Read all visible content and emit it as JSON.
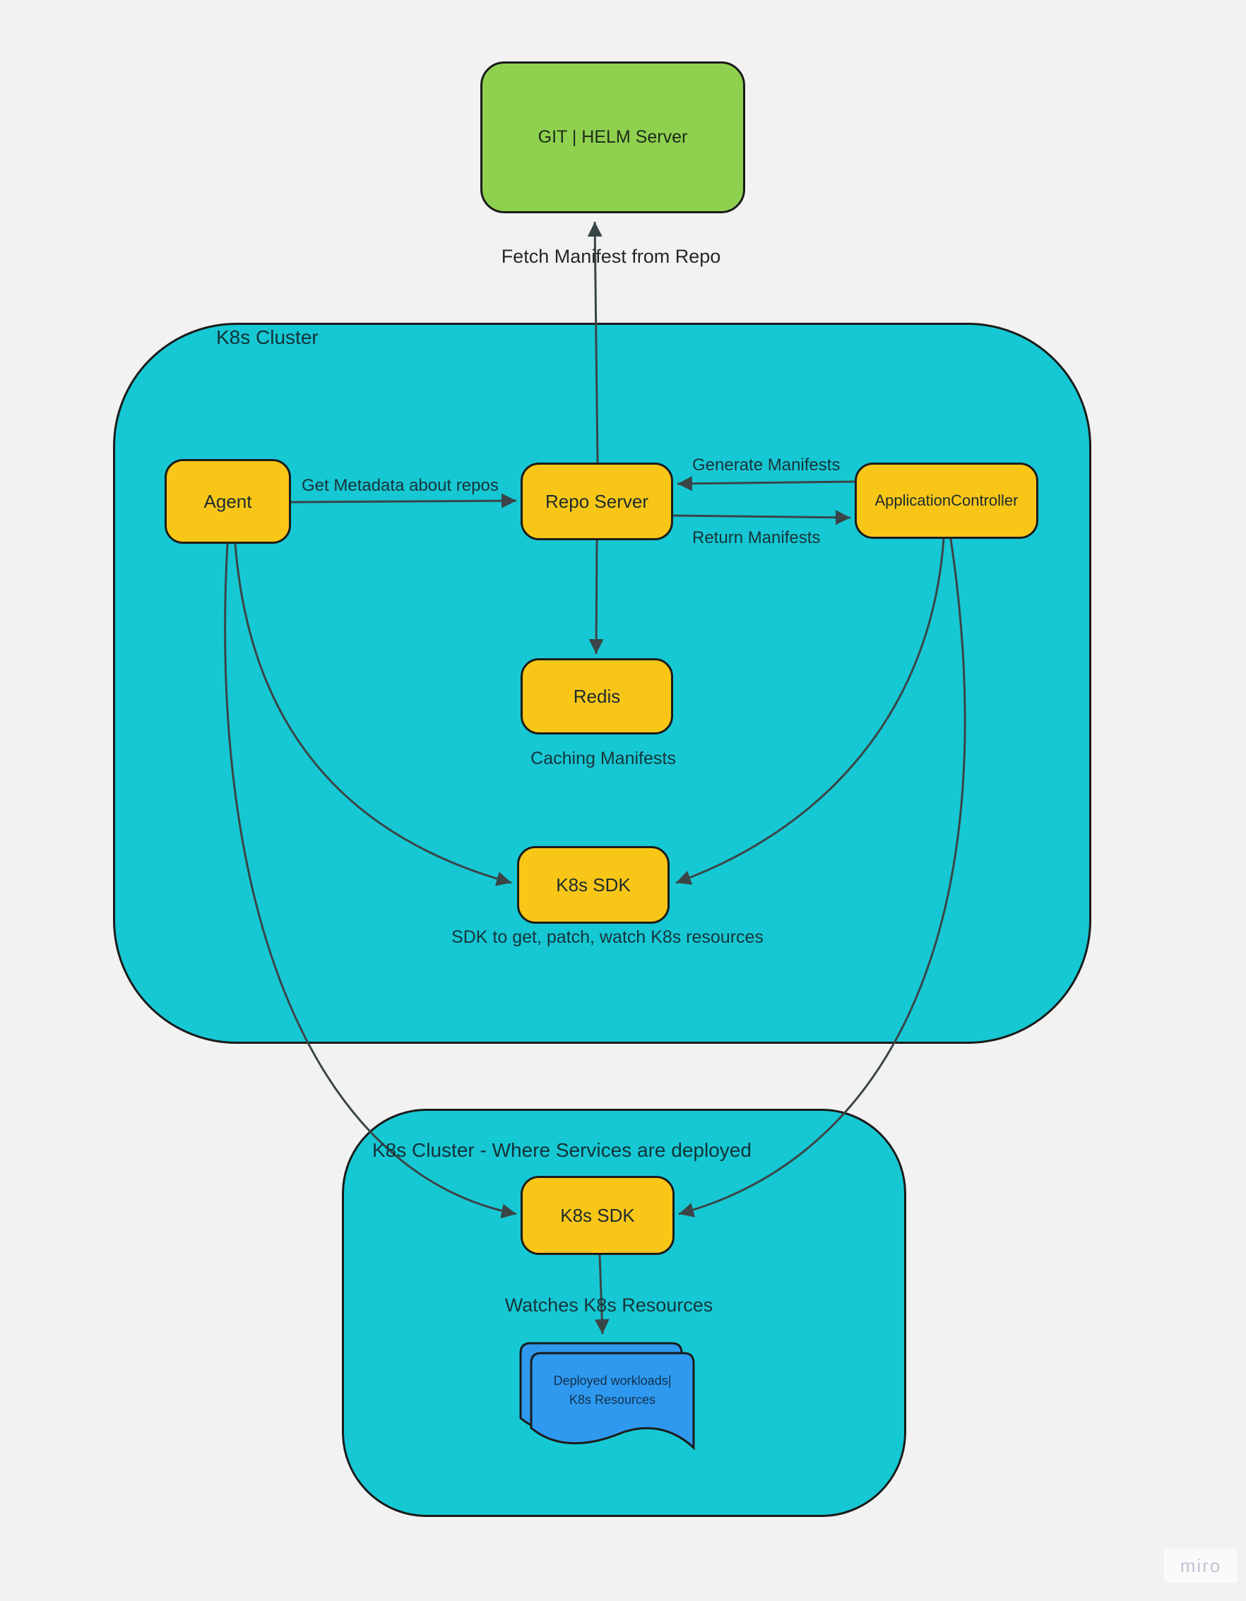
{
  "diagram": {
    "type": "miro-board-flow-diagram",
    "watermark": "miro",
    "colors": {
      "background": "#f2f2f2",
      "cluster_fill": "#16c8d3",
      "node_fill_yellow": "#f8c617",
      "node_fill_green": "#8fd14f",
      "document_fill": "#2e99ee",
      "shape_border": "#1b1b1b",
      "connector": "#3a4547",
      "text": "#1d2b2e",
      "watermark_text": "#c2c3d2"
    }
  },
  "nodes": {
    "git_server": {
      "label": "GIT | HELM Server"
    },
    "agent": {
      "label": "Agent"
    },
    "repo_server": {
      "label": "Repo Server"
    },
    "app_controller": {
      "label": "ApplicationController"
    },
    "redis": {
      "label": "Redis"
    },
    "sdk1": {
      "label": "K8s SDK"
    },
    "sdk2": {
      "label": "K8s SDK"
    },
    "workloads": {
      "line1": "Deployed workloads|",
      "line2": "K8s Resources"
    }
  },
  "clusters": {
    "cluster1": {
      "title": "K8s Cluster"
    },
    "cluster2": {
      "title": "K8s Cluster - Where Services are deployed"
    }
  },
  "edge_labels": {
    "fetch_manifest": "Fetch Manifest from Repo",
    "get_metadata": "Get Metadata about repos",
    "generate_manifests": "Generate Manifests",
    "return_manifests": "Return Manifests",
    "caching_manifests": "Caching Manifests",
    "sdk_description": "SDK to get, patch, watch K8s resources",
    "watches_resources": "Watches K8s Resources"
  }
}
